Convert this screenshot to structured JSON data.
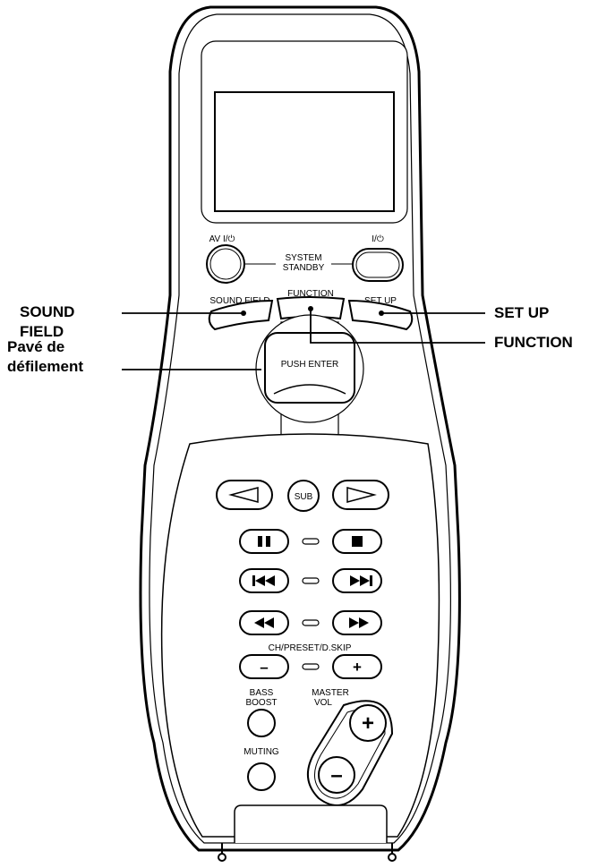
{
  "callouts": {
    "sound_field": [
      "SOUND",
      "FIELD"
    ],
    "set_up": "SET UP",
    "function": "FUNCTION",
    "scroll_pad": [
      "Pavé de",
      "défilement"
    ]
  },
  "remote": {
    "av_power_label": "AV I/⏻",
    "system_power_label": "I/⏻",
    "system_standby_label": [
      "SYSTEM",
      "STANDBY"
    ],
    "sound_field_label": "SOUND FIELD",
    "function_label": "FUNCTION",
    "set_up_label": "SET UP",
    "push_enter_label": "PUSH ENTER",
    "sub_label": "SUB",
    "ch_preset_label": "CH/PRESET/D.SKIP",
    "minus_glyph": "–",
    "plus_glyph": "+",
    "bass_boost_label": [
      "BASS",
      "BOOST"
    ],
    "master_vol_label": [
      "MASTER",
      "VOL"
    ],
    "muting_label": "MUTING",
    "vol_plus_glyph": "+",
    "vol_minus_glyph": "–"
  },
  "icons": {
    "left": "triangle-left",
    "right": "triangle-right",
    "pause": "pause",
    "stop": "stop",
    "prev": "skip-previous",
    "next": "skip-next",
    "rewind": "rewind",
    "forward": "fast-forward",
    "power": "power-standby"
  }
}
